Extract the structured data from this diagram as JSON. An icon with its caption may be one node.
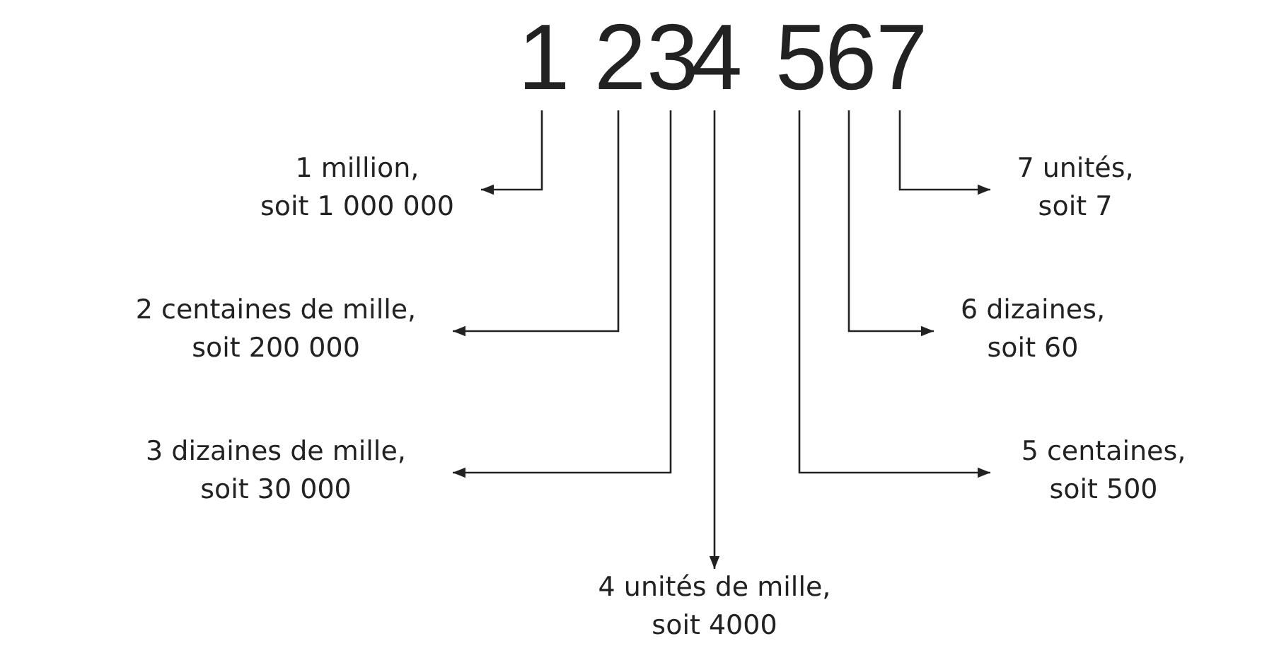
{
  "diagram": {
    "nodes": [
      {
        "text": [
          "1"
        ]
      },
      {
        "text": [
          "2"
        ]
      },
      {
        "text": [
          "3"
        ]
      },
      {
        "text": [
          "4"
        ]
      },
      {
        "text": [
          "5"
        ]
      },
      {
        "text": [
          "6"
        ]
      },
      {
        "text": [
          "7"
        ]
      },
      {
        "text": [
          "1 million, soit 1 000 000"
        ]
      },
      {
        "text": [
          "2 centaines de mille, soit 200 000"
        ]
      },
      {
        "text": [
          "3 dizaines de mille, soit 30 000"
        ]
      },
      {
        "text": [
          "4 unités de mille, soit 4000"
        ]
      },
      {
        "text": [
          "5 centaines, soit 500"
        ]
      },
      {
        "text": [
          "6 dizaines, soit 60"
        ]
      },
      {
        "text": [
          "7 unités, soit 7"
        ]
      }
    ],
    "edges": [
      {
        "from": 0,
        "to": 7,
        "arrow": "to"
      },
      {
        "from": 1,
        "to": 8,
        "arrow": "to"
      },
      {
        "from": 2,
        "to": 9,
        "arrow": "to"
      },
      {
        "from": 3,
        "to": 10,
        "arrow": "to"
      },
      {
        "from": 4,
        "to": 11,
        "arrow": "to"
      },
      {
        "from": 5,
        "to": 12,
        "arrow": "to"
      },
      {
        "from": 6,
        "to": 13,
        "arrow": "to"
      }
    ]
  }
}
